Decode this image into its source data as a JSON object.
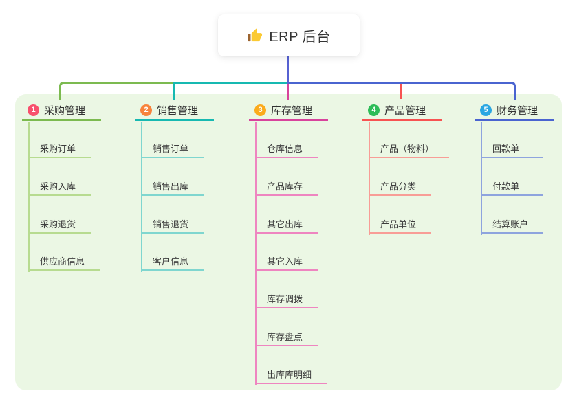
{
  "root": {
    "title": "ERP 后台",
    "icon": "thumbs-up-icon",
    "icon_colors": {
      "hand": "#fbca33",
      "cuff": "#9c6430"
    }
  },
  "colors": {
    "canvas_bg": "#ffffff",
    "panel_bg": "#ebf7e4",
    "root_line": "#5661d2",
    "header_text": "#333333",
    "item_text": "#3d3d3d",
    "badge_text": "#ffffff"
  },
  "branches": [
    {
      "num": "1",
      "title": "采购管理",
      "color": "#7cba50",
      "light_color": "#b7db90",
      "badge_color": "#f8506d",
      "children": [
        "采购订单",
        "采购入库",
        "采购退货",
        "供应商信息"
      ]
    },
    {
      "num": "2",
      "title": "销售管理",
      "color": "#17b9b1",
      "light_color": "#7fd6cf",
      "badge_color": "#f8833c",
      "children": [
        "销售订单",
        "销售出库",
        "销售退货",
        "客户信息"
      ]
    },
    {
      "num": "3",
      "title": "库存管理",
      "color": "#d8439c",
      "light_color": "#ee85c0",
      "badge_color": "#fbab1c",
      "children": [
        "仓库信息",
        "产品库存",
        "其它出库",
        "其它入库",
        "库存调拨",
        "库存盘点",
        "出库库明细"
      ]
    },
    {
      "num": "4",
      "title": "产品管理",
      "color": "#f75352",
      "light_color": "#f89d96",
      "badge_color": "#2dbc58",
      "children": [
        "产品（物料）",
        "产品分类",
        "产品单位"
      ]
    },
    {
      "num": "5",
      "title": "财务管理",
      "color": "#4a64d0",
      "light_color": "#8ea4de",
      "badge_color": "#2aa7e2",
      "children": [
        "回款单",
        "付款单",
        "结算账户"
      ]
    }
  ]
}
